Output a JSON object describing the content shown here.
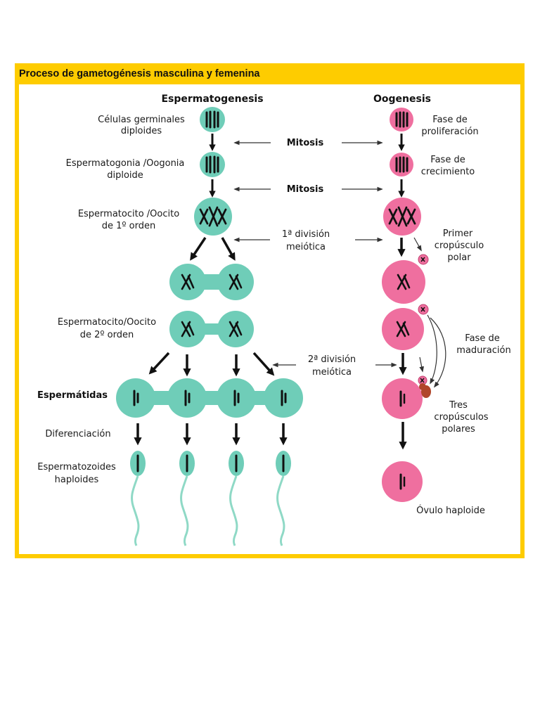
{
  "title": "Proceso de gametogénesis masculina y femenina",
  "columns": {
    "left": "Espermatogenesis",
    "right": "Oogenesis"
  },
  "left_labels": {
    "germ_1": "Células germinales",
    "germ_2": "diploides",
    "gonia_1": "Espermatogonia /Oogonia",
    "gonia_2": "diploide",
    "cyte1_1": "Espermatocito /Oocito",
    "cyte1_2": "de 1º orden",
    "cyte2_1": "Espermatocito/Oocito",
    "cyte2_2": "de 2º orden",
    "tids": "Espermátidas",
    "diff": "Diferenciación",
    "zoa_1": "Espermatozoides",
    "zoa_2": "haploides"
  },
  "center_labels": {
    "mitosis_1": "Mitosis",
    "mitosis_2": "Mitosis",
    "meiosis1_1": "1ª división",
    "meiosis1_2": "meiótica",
    "meiosis2_1": "2ª división",
    "meiosis2_2": "meiótica"
  },
  "right_labels": {
    "prolif_1": "Fase de",
    "prolif_2": "proliferación",
    "growth_1": "Fase de",
    "growth_2": "crecimiento",
    "polar1_1": "Primer",
    "polar1_2": "cropúsculo",
    "polar1_3": "polar",
    "matur_1": "Fase de",
    "matur_2": "maduración",
    "polar3_1": "Tres",
    "polar3_2": "cropúsculos",
    "polar3_3": "polares",
    "ovum": "Óvulo haploide"
  },
  "colors": {
    "frame": "#fecc00",
    "sperm_cell": "#6fcdb8",
    "egg_cell": "#ef6f9f",
    "polar_body_dark": "#b0452a",
    "chromosome": "#111111"
  }
}
